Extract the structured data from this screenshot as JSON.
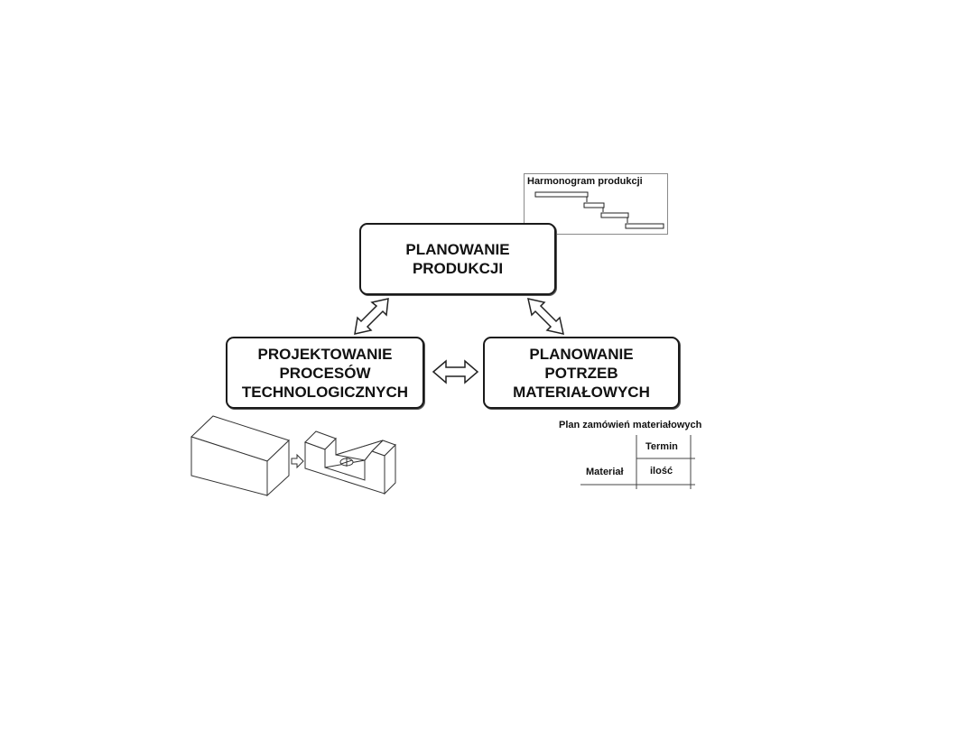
{
  "boxes": {
    "production_planning": [
      "PLANOWANIE",
      "PRODUKCJI"
    ],
    "process_design": [
      "PROJEKTOWANIE",
      "PROCESÓW",
      "TECHNOLOGICZNYCH"
    ],
    "material_planning": [
      "PLANOWANIE",
      "POTRZEB",
      "MATERIAŁOWYCH"
    ]
  },
  "gantt": {
    "title": "Harmonogram produkcji"
  },
  "material_plan": {
    "title": "Plan zamówień materiałowych",
    "column_header": "Termin",
    "row_label": "Materiał",
    "cell_value": "ilość"
  }
}
